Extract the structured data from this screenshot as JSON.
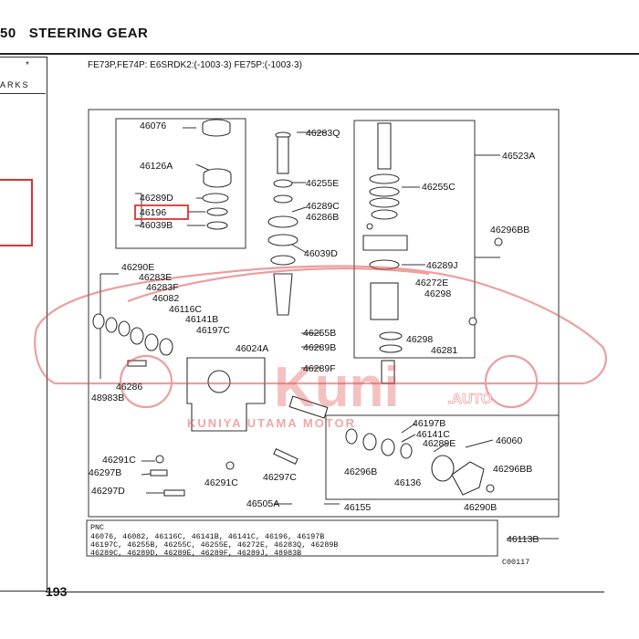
{
  "header": {
    "section_number": "50",
    "title": "STEERING GEAR"
  },
  "left_panel": {
    "symbol": "*",
    "remarks_label": "ARKS"
  },
  "applicability": "FE73P,FE74P: E6SRDK2:(-1003·3) FE75P:(-1003·3)",
  "page_number": "193",
  "watermark": {
    "brand": "Kuni",
    "suffix": ".AUTO",
    "subtitle": "KUNIYA UTAMA MOTOR"
  },
  "highlighted_part": "46196",
  "labels": {
    "p46076": "46076",
    "p46126A": "46126A",
    "p46289D": "46289D",
    "p46196": "46196",
    "p46039B": "46039B",
    "p46283Q": "46283Q",
    "p46255E": "46255E",
    "p46289C_a": "46289C",
    "p46286B": "46286B",
    "p46039D": "46039D",
    "p46523A": "46523A",
    "p46255C": "46255C",
    "p46296BB_a": "46296BB",
    "p46289J": "46289J",
    "p46272E": "46272E",
    "p46298_a": "46298",
    "p46298_b": "46298",
    "p46281": "46281",
    "p46290E": "46290E",
    "p46283E": "46283E",
    "p46283F": "46283F",
    "p46082": "46082",
    "p46116C": "46116C",
    "p46141B": "46141B",
    "p46197C": "46197C",
    "p46024A": "46024A",
    "p46255B": "46255B",
    "p46289B": "46289B",
    "p46289F": "46289F",
    "p46286": "46286",
    "p48983B": "48983B",
    "p46197B": "46197B",
    "p46141C": "46141C",
    "p46289E": "46289E",
    "p46060": "46060",
    "p46291C_a": "46291C",
    "p46297B": "46297B",
    "p46291C_b": "46291C",
    "p46297C": "46297C",
    "p46296B": "46296B",
    "p46136": "46136",
    "p46296BB_b": "46296BB",
    "p46297D": "46297D",
    "p46505A": "46505A",
    "p46155": "46155",
    "p46290B": "46290B",
    "p46113B": "46113B"
  },
  "pnc_block": {
    "title": "PNC",
    "line1": "46076, 46082, 46116C, 46141B, 46141C, 46196, 46197B",
    "line2": "46197C, 46255B, 46255C, 46255E, 46272E, 46283Q, 46289B",
    "line3": "46289C, 46289D, 46289E, 46289F, 46289J, 48983B"
  },
  "figure_code": "C00117",
  "colors": {
    "highlight": "#dd3333",
    "watermark_red": "#e05050",
    "line": "#333333"
  }
}
